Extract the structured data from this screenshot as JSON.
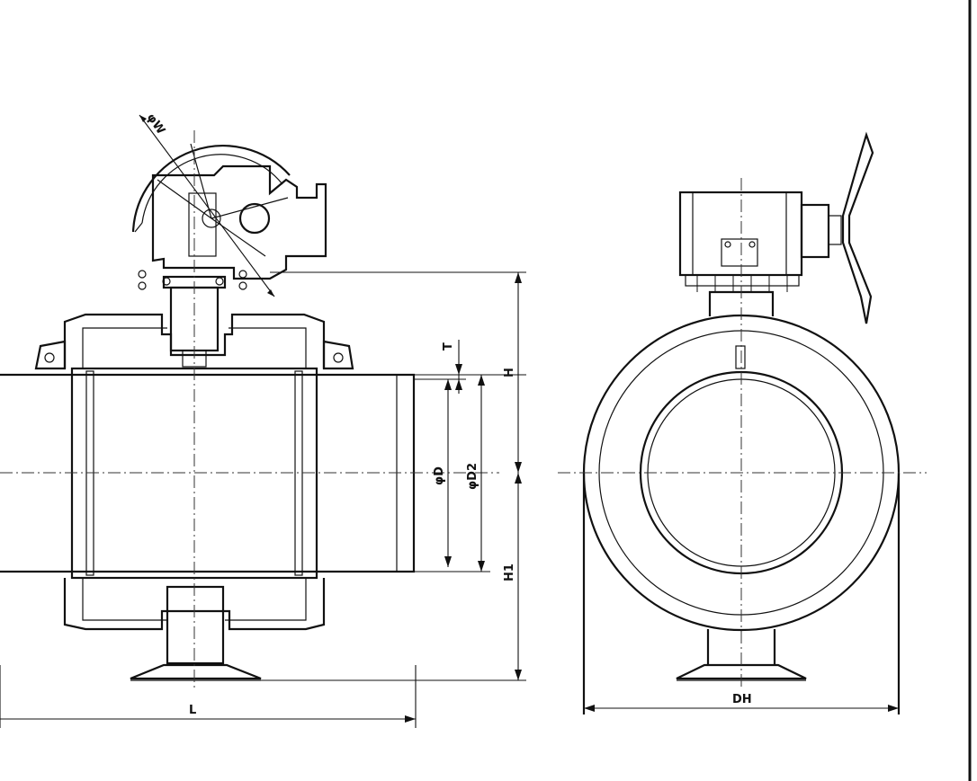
{
  "labels": {
    "handwheel_diameter": "φW",
    "thickness": "T",
    "height_top": "H",
    "height_bottom": "H1",
    "bore": "φD",
    "pipe_od": "φD2",
    "length": "L",
    "overall_diameter": "DH"
  }
}
